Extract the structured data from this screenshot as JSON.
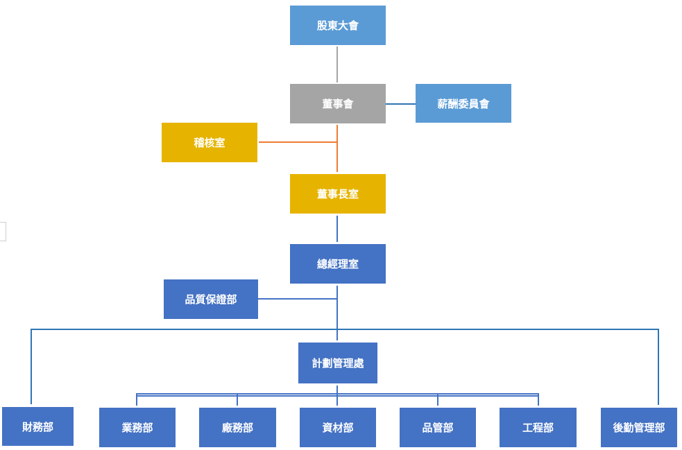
{
  "colors": {
    "light_blue": "#5b9bd5",
    "gray": "#a5a5a5",
    "gold": "#e6b400",
    "blue": "#4472c4",
    "line_blue": "#2e75b6",
    "line_orange": "#ed7d31",
    "line_gray": "#a5a5a5"
  },
  "nodes": {
    "shareholders": "股東大會",
    "board": "董事會",
    "compensation": "薪酬委員會",
    "audit": "稽核室",
    "chairman": "董事長室",
    "gm": "總經理室",
    "qa": "品質保證部",
    "planning": "計劃管理處",
    "finance": "財務部",
    "sales": "業務部",
    "factory": "廠務部",
    "materials": "資材部",
    "qc": "品管部",
    "engineering": "工程部",
    "logistics": "後勤管理部"
  }
}
